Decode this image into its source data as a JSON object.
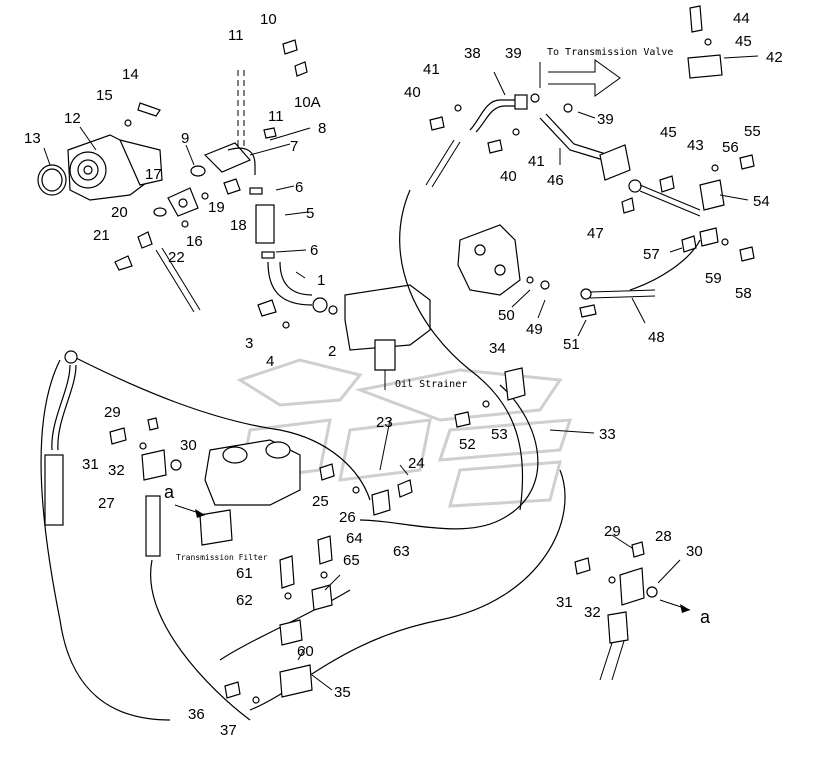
{
  "diagram": {
    "captions": {
      "to_transmission_valve": "To Transmission Valve",
      "oil_strainer": "Oil Strainer",
      "transmission_filter": "Transmission Filter"
    },
    "callouts": {
      "c1": "1",
      "c2": "2",
      "c3": "3",
      "c4": "4",
      "c5": "5",
      "c6a": "6",
      "c6b": "6",
      "c7": "7",
      "c8": "8",
      "c9": "9",
      "c10": "10",
      "c10a": "10A",
      "c11a": "11",
      "c11b": "11",
      "c12": "12",
      "c13": "13",
      "c14": "14",
      "c15": "15",
      "c16": "16",
      "c17": "17",
      "c18": "18",
      "c19": "19",
      "c20": "20",
      "c21": "21",
      "c22": "22",
      "c23": "23",
      "c24": "24",
      "c25": "25",
      "c26": "26",
      "c27": "27",
      "c28": "28",
      "c29a": "29",
      "c29b": "29",
      "c30a": "30",
      "c30b": "30",
      "c31a": "31",
      "c31b": "31",
      "c32a": "32",
      "c32b": "32",
      "c33": "33",
      "c34": "34",
      "c35": "35",
      "c36": "36",
      "c37": "37",
      "c38": "38",
      "c39a": "39",
      "c39b": "39",
      "c40a": "40",
      "c40b": "40",
      "c41a": "41",
      "c41b": "41",
      "c42": "42",
      "c43": "43",
      "c44": "44",
      "c45a": "45",
      "c45b": "45",
      "c46": "46",
      "c47": "47",
      "c48": "48",
      "c49": "49",
      "c50": "50",
      "c51": "51",
      "c52": "52",
      "c53": "53",
      "c54": "54",
      "c55": "55",
      "c56": "56",
      "c57": "57",
      "c58": "58",
      "c59": "59",
      "c60": "60",
      "c61": "61",
      "c62": "62",
      "c63": "63",
      "c64": "64",
      "c65": "65",
      "a_left": "a",
      "a_right": "a"
    }
  }
}
